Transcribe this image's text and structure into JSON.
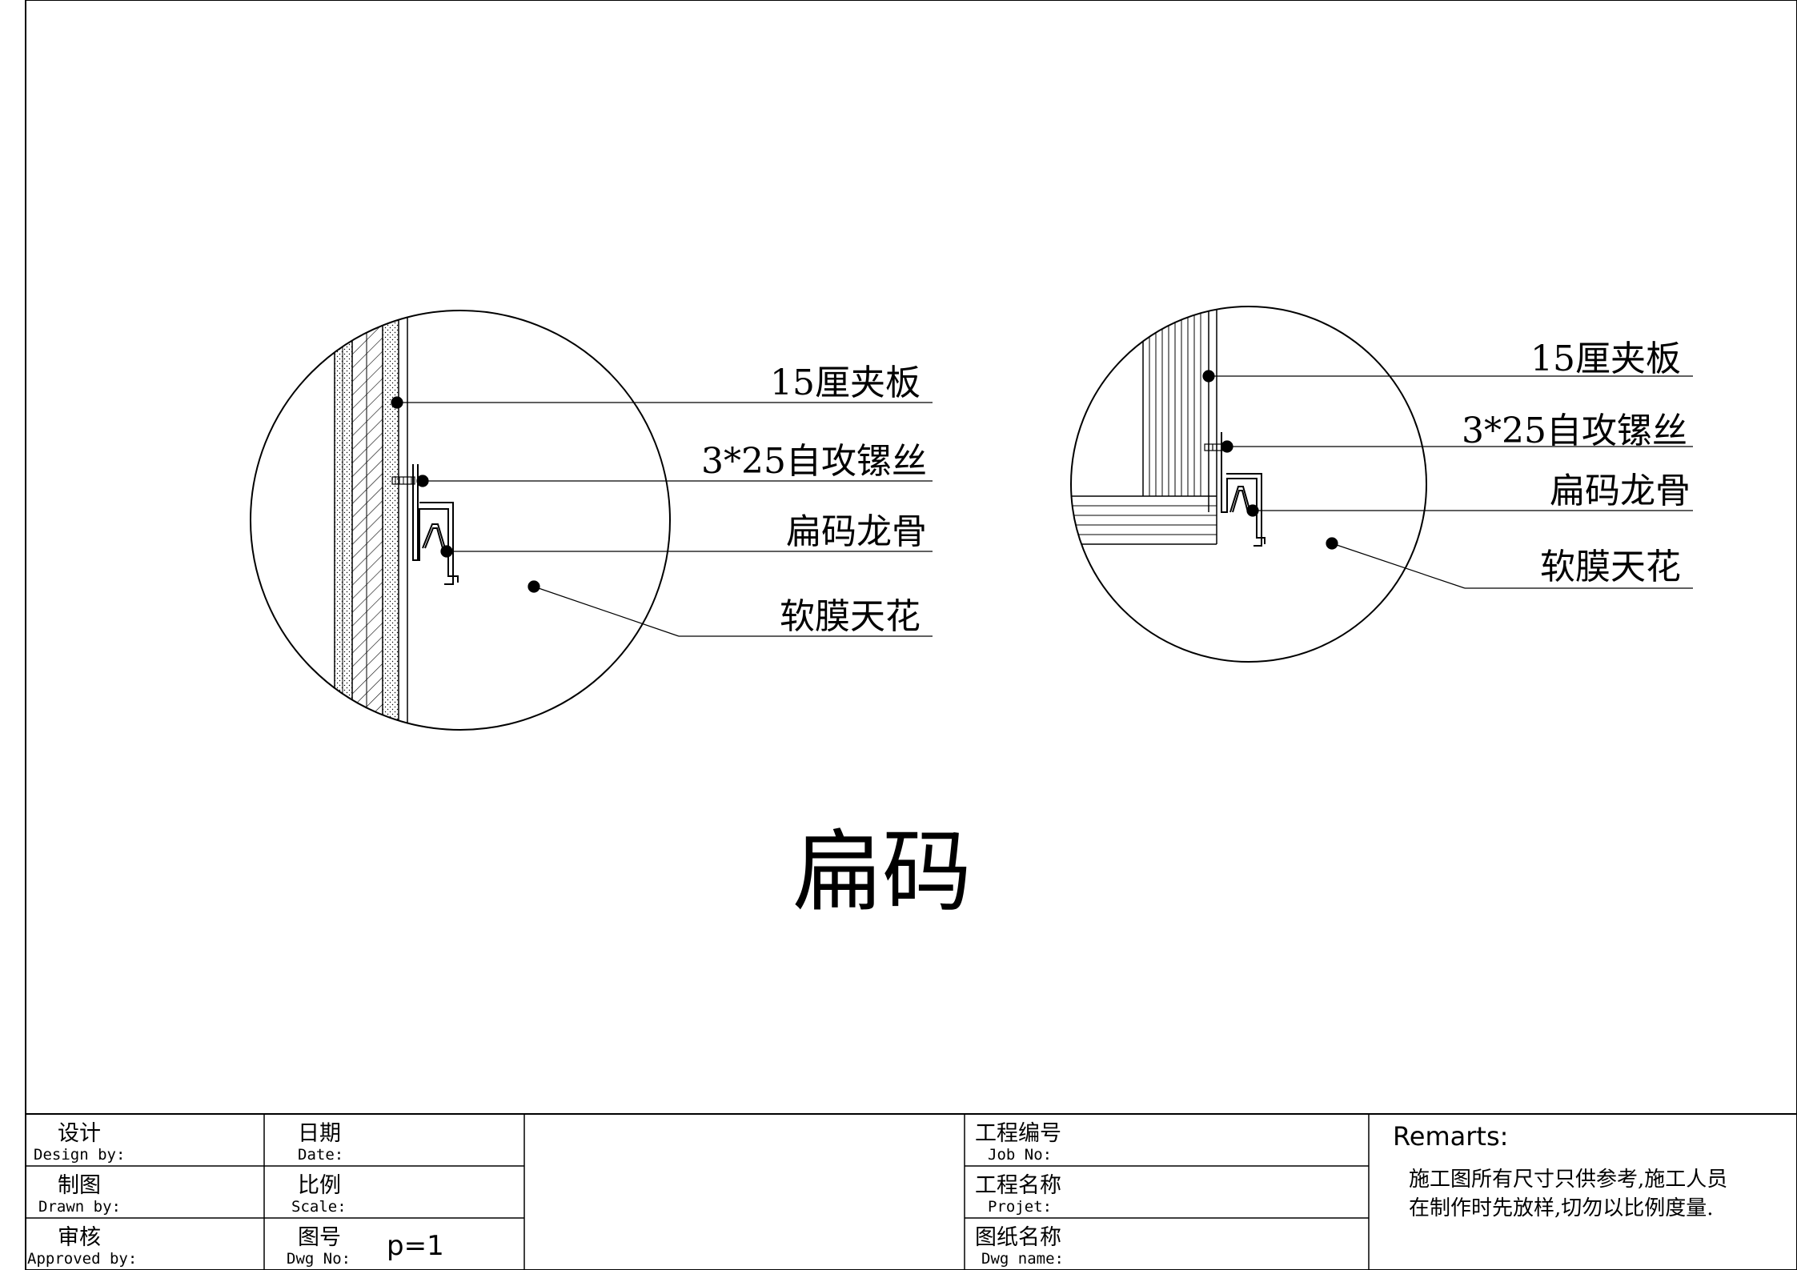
{
  "drawing": {
    "title": "扁码",
    "left_detail": {
      "labels": [
        "15厘夹板",
        "3*25自攻镙丝",
        "扁码龙骨",
        "软膜天花"
      ]
    },
    "right_detail": {
      "labels": [
        "15厘夹板",
        "3*25自攻镙丝",
        "扁码龙骨",
        "软膜天花"
      ]
    }
  },
  "title_block": {
    "design": {
      "cn": "设计",
      "en": "Design by:"
    },
    "drawn": {
      "cn": "制图",
      "en": "Drawn by:"
    },
    "approved": {
      "cn": "审核",
      "en": "Approved by:"
    },
    "date": {
      "cn": "日期",
      "en": "Date:"
    },
    "scale": {
      "cn": "比例",
      "en": "Scale:"
    },
    "dwg_no": {
      "cn": "图号",
      "en": "Dwg No:",
      "value": "p=1"
    },
    "job_no": {
      "cn": "工程编号",
      "en": "Job No:"
    },
    "project": {
      "cn": "工程名称",
      "en": "Projet:"
    },
    "dwg_name": {
      "cn": "图纸名称",
      "en": "Dwg name:"
    },
    "remarks": {
      "heading": "Remarts:",
      "line1": "施工图所有尺寸只供参考,施工人员",
      "line2": "在制作时先放样,切勿以比例度量."
    }
  }
}
